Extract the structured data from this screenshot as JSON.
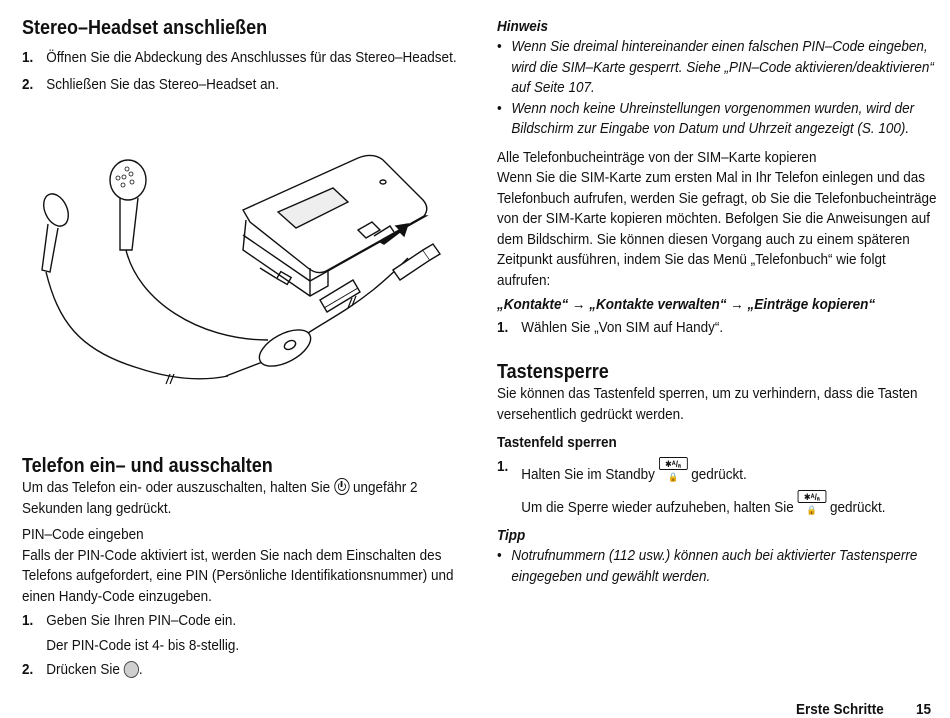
{
  "left": {
    "headset_heading": "Stereo–Headset anschließen",
    "headset_steps": [
      {
        "num": "1.",
        "text": "Öffnen Sie die Abdeckung des Anschlusses für das Stereo–Headset."
      },
      {
        "num": "2.",
        "text": "Schließen Sie das Stereo–Headset an."
      }
    ],
    "power_heading": "Telefon ein– und ausschalten",
    "power_text_before": "Um das Telefon ein- oder auszuschalten, halten Sie",
    "power_text_after": "ungefähr 2 Sekunden lang gedrückt.",
    "pin_subheading": "PIN–Code eingeben",
    "pin_text": "Falls der PIN-Code aktiviert ist, werden Sie nach dem Einschalten des Telefons aufgefordert, eine PIN (Persönliche Identifikationsnummer) und einen Handy-Code einzugeben.",
    "pin_steps": [
      {
        "num": "1.",
        "text": "Geben Sie Ihren PIN–Code ein.",
        "sub": "Der PIN-Code ist 4- bis 8-stellig."
      },
      {
        "num": "2.",
        "text_before": "Drücken Sie",
        "text_after": "."
      }
    ]
  },
  "right": {
    "hinweis_heading": "Hinweis",
    "hinweis_bullets": [
      "Wenn Sie dreimal hintereinander einen falschen PIN–Code eingeben, wird die SIM–Karte gesperrt. Siehe „PIN–Code aktivieren/deaktivieren“ auf Seite 107.",
      "Wenn noch keine Uhreinstellungen vorgenommen wurden, wird der Bildschirm zur Eingabe von Datum und Uhrzeit angezeigt (S. 100)."
    ],
    "copy_subheading": "Alle Telefonbucheinträge von der SIM–Karte kopieren",
    "copy_text": "Wenn Sie die SIM-Karte zum ersten Mal in Ihr Telefon einlegen und das Telefonbuch aufrufen, werden Sie gefragt, ob Sie die Telefonbucheinträge von der SIM-Karte kopieren möchten. Befolgen Sie die Anweisungen auf dem Bildschirm. Sie können diesen Vorgang auch zu einem späteren Zeitpunkt ausführen, indem Sie das Menü „Telefonbuch“ wie folgt aufrufen:",
    "menu_path": "„Kontakte“ → „Kontakte verwalten“ → „Einträge kopieren“",
    "copy_step": {
      "num": "1.",
      "text": "Wählen Sie „Von SIM auf Handy“."
    },
    "lock_heading": "Tastensperre",
    "lock_text": "Sie können das Tastenfeld sperren, um zu verhindern, dass die Tasten versehentlich gedrückt werden.",
    "lock_subheading": "Tastenfeld sperren",
    "lock_step": {
      "num": "1.",
      "text_before": "Halten Sie im Standby",
      "text_after": "gedrückt.",
      "sub_before": "Um die Sperre wieder aufzuheben, halten Sie",
      "sub_after": "gedrückt."
    },
    "key_icon_label": "✱ᴬ/ₐ 🔒",
    "tipp_heading": "Tipp",
    "tipp_bullets": [
      "Notrufnummern (112 usw.) können auch bei aktivierter Tastensperre eingegeben und gewählt werden."
    ]
  },
  "footer": {
    "section": "Erste Schritte",
    "page": "15"
  },
  "icons": {
    "power": "power-key-icon",
    "circle": "center-key-icon",
    "lock_key": "star-lock-key-icon"
  }
}
